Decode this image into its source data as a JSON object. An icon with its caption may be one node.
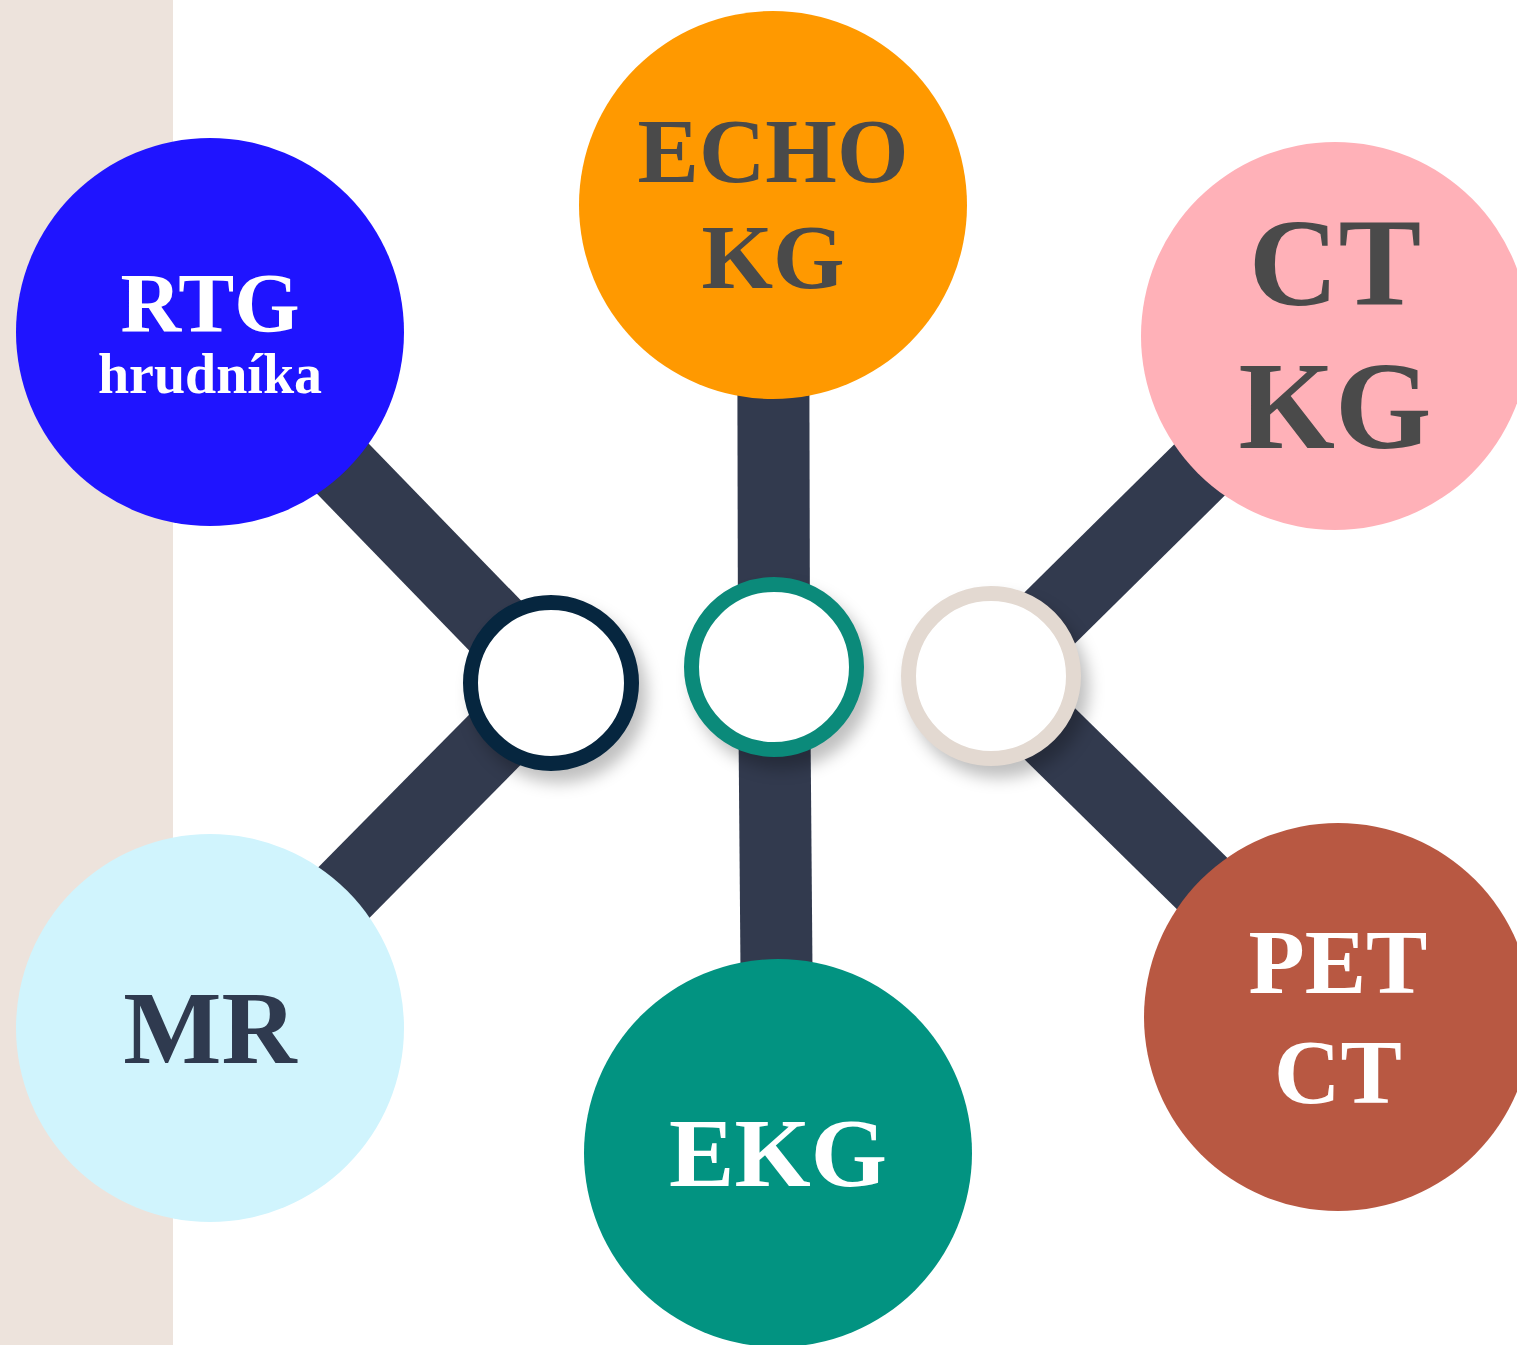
{
  "diagram": {
    "nodes": [
      {
        "text": [
          "ECHO KG"
        ]
      },
      {
        "text": [
          "RTG",
          "hrudníka"
        ]
      },
      {
        "text": [
          "CT KG"
        ]
      },
      {
        "text": [],
        "shape": "circle"
      },
      {
        "text": [],
        "shape": "circle"
      },
      {
        "text": [],
        "shape": "circle"
      },
      {
        "text": [
          "MR"
        ]
      },
      {
        "text": [
          "EKG"
        ]
      },
      {
        "text": [
          "PET CT"
        ]
      },
      {
        "text": [],
        "shape": "bar"
      }
    ],
    "edges": [
      {
        "from": 1,
        "to": 3,
        "arrow": "none"
      },
      {
        "from": 6,
        "to": 3,
        "arrow": "none"
      },
      {
        "from": 0,
        "to": 4,
        "arrow": "none"
      },
      {
        "from": 7,
        "to": 4,
        "arrow": "none"
      },
      {
        "from": 2,
        "to": 5,
        "arrow": "none"
      },
      {
        "from": 8,
        "to": 5,
        "arrow": "none"
      }
    ]
  }
}
